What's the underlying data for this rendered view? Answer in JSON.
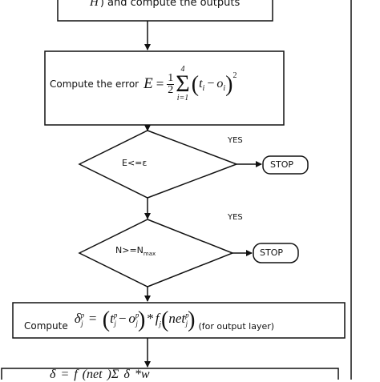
{
  "boxes": {
    "top_fragment": {
      "text": ") and compute the outputs",
      "symbol": "H"
    },
    "compute_error": {
      "label": "Compute the error",
      "lhs": "E",
      "equals": "=",
      "frac_num": "1",
      "frac_den": "2",
      "sum_upper": "4",
      "sum_lower": "i=1",
      "t": "t",
      "t_sub": "i",
      "o": "o",
      "o_sub": "i",
      "exponent": "2"
    },
    "compute_delta": {
      "label": "Compute",
      "suffix": "(for output layer)",
      "delta": "δ",
      "sup": "p",
      "sub": "j",
      "equals": "=",
      "t": "t",
      "o": "o",
      "times": "*",
      "f": "f",
      "net": "net"
    },
    "bottom_fragment": {
      "text": "δ = f (net )Σ δ *w"
    }
  },
  "decisions": {
    "error_check": {
      "condition": "E<=ε",
      "branch_label": "YES"
    },
    "iter_check": {
      "condition_main": "N>=N",
      "condition_sub": "max",
      "branch_label": "YES"
    }
  },
  "terminals": {
    "stop_1": "STOP",
    "stop_2": "STOP"
  },
  "colors": {
    "stroke": "#111111",
    "background": "#ffffff"
  }
}
